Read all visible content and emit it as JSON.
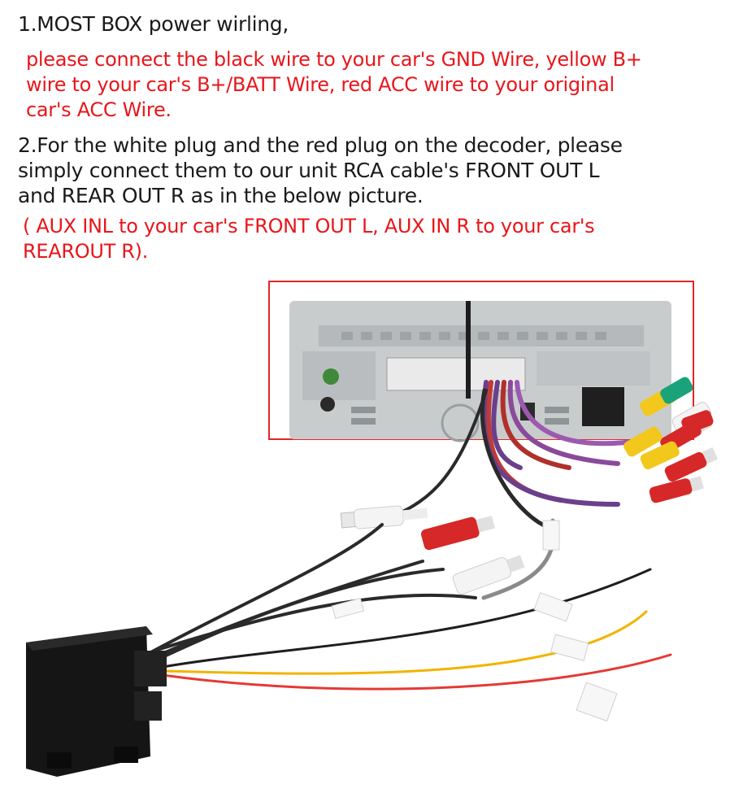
{
  "instructions": {
    "step1_title": "1.MOST BOX power wirling,",
    "step1_detail": "please connect the black wire to your car's GND Wire, yellow B+\nwire to your car's B+/BATT Wire, red ACC wire to your original\ncar's ACC Wire.",
    "step2_title": "2.For the white plug and the red plug on the decoder, please\nsimply connect them to our unit RCA cable's FRONT OUT L\nand REAR OUT R as in the below picture.",
    "step2_detail": "( AUX INL to your car's FRONT OUT L, AUX IN R to your car's\nREAROUT R)."
  },
  "colors": {
    "text": "#1a1a1a",
    "highlight": "#e8161b",
    "frame": "#e3262a",
    "wire_black": "#1e1e1e",
    "wire_yellow": "#f2b400",
    "wire_red": "#e53935",
    "rca_red": "#d62828",
    "rca_white": "#f4f4f4",
    "rca_yellow": "#f2c81c",
    "rca_green": "#1aa37a",
    "unit_body": "#c9cccd",
    "decoder_box": "#151515"
  },
  "illustration": {
    "head_unit": "head-unit-rear-panel",
    "decoder": "most-decoder-box",
    "connectors": [
      "rca-white",
      "rca-red",
      "rca-yellow",
      "rca-green"
    ]
  }
}
